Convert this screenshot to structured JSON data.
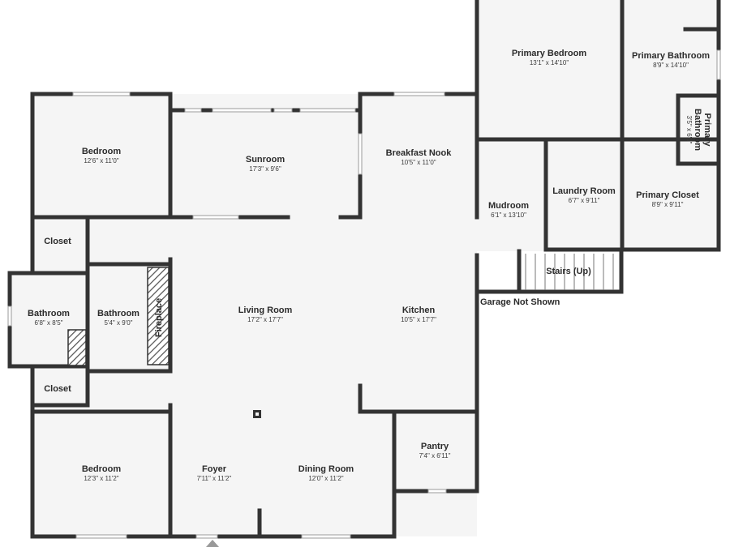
{
  "colors": {
    "wall": "#333333",
    "floor": "#f5f5f5",
    "text": "#2b2b2b",
    "hatch": "#555555",
    "stair_line": "#777777"
  },
  "rooms": {
    "primary_bedroom": {
      "name": "Primary Bedroom",
      "dims": "13'1\" x 14'10\""
    },
    "primary_bathroom": {
      "name": "Primary Bathroom",
      "dims": "8'9\" x 14'10\""
    },
    "primary_bathroom_small": {
      "name_line1": "Primary",
      "name_line2": "Bathroom",
      "dims": "3'5\" x 6'0\""
    },
    "bedroom_top": {
      "name": "Bedroom",
      "dims": "12'6\" x 11'0\""
    },
    "sunroom": {
      "name": "Sunroom",
      "dims": "17'3\" x 9'6\""
    },
    "breakfast_nook": {
      "name": "Breakfast Nook",
      "dims": "10'5\" x 11'0\""
    },
    "mudroom": {
      "name": "Mudroom",
      "dims": "6'1\" x 13'10\""
    },
    "laundry_room": {
      "name": "Laundry Room",
      "dims": "6'7\" x 9'11\""
    },
    "primary_closet": {
      "name": "Primary Closet",
      "dims": "8'9\" x 9'11\""
    },
    "stairs": {
      "name": "Stairs (Up)"
    },
    "closet_top": {
      "name": "Closet"
    },
    "bathroom_left": {
      "name": "Bathroom",
      "dims": "6'8\" x 8'5\""
    },
    "bathroom_mid": {
      "name": "Bathroom",
      "dims": "5'4\" x 9'0\""
    },
    "fireplace": {
      "name": "Fireplace"
    },
    "living_room": {
      "name": "Living Room",
      "dims": "17'2\" x 17'7\""
    },
    "kitchen": {
      "name": "Kitchen",
      "dims": "10'5\" x 17'7\""
    },
    "closet_bottom": {
      "name": "Closet"
    },
    "pantry": {
      "name": "Pantry",
      "dims": "7'4\" x 6'11\""
    },
    "bedroom_bottom": {
      "name": "Bedroom",
      "dims": "12'3\" x 11'2\""
    },
    "foyer": {
      "name": "Foyer",
      "dims": "7'11\" x 11'2\""
    },
    "dining_room": {
      "name": "Dining Room",
      "dims": "12'0\" x 11'2\""
    }
  },
  "notes": {
    "garage": "Garage Not Shown"
  }
}
